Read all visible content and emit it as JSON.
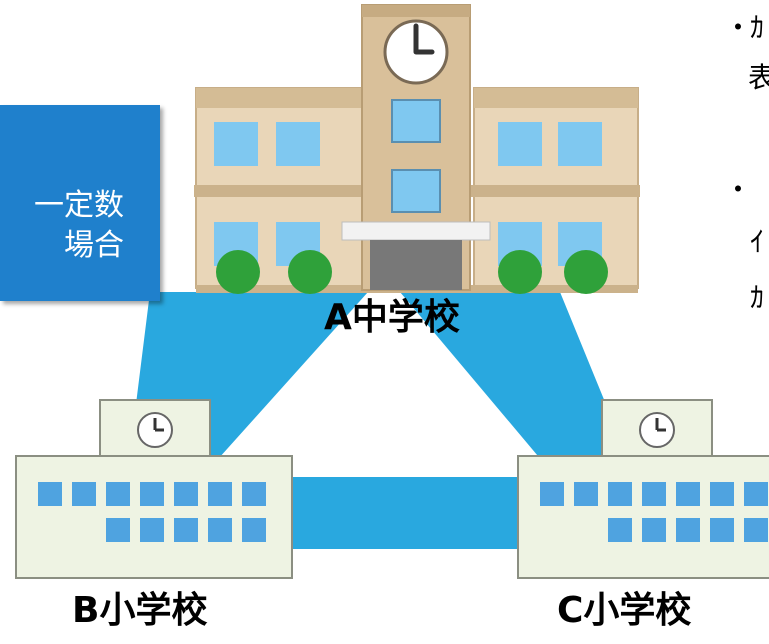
{
  "callout": {
    "line1": "一定数",
    "line2": "場合",
    "color": "#1f80cc"
  },
  "schools": {
    "a": "A中学校",
    "b": "B小学校",
    "c": "C小学校"
  },
  "right_panel": {
    "bullet1_mark": "・",
    "bullet1_char": "ｶ",
    "bullet1_sub": "表",
    "bullet2_mark": "・",
    "bullet2_sub1": "ｲ",
    "bullet2_sub2": "ｶ"
  },
  "colors": {
    "connector": "#29a8df",
    "building_main": "#e9d6b8",
    "building_tower": "#d9c09a",
    "window": "#7fc8f0",
    "tree": "#2fa13a",
    "small_school": "#eef3e3",
    "small_window": "#4fa3e0"
  },
  "icons": [
    "clock-icon",
    "tree-icon",
    "school-building-icon"
  ]
}
